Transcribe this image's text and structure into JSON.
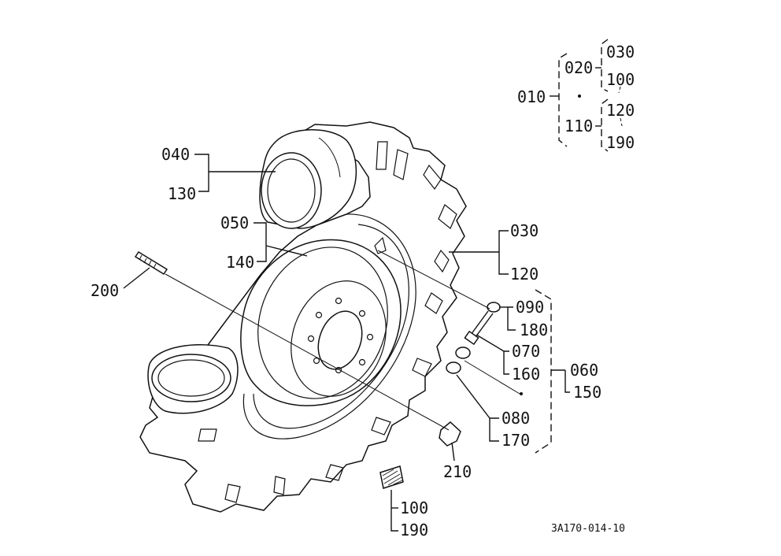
{
  "diagram": {
    "title_code": "3A170-014-10",
    "callouts": {
      "c010": "010",
      "c020": "020",
      "c030a": "030",
      "c100a": "100",
      "c110": "110",
      "c120a": "120",
      "c190a": "190",
      "c040": "040",
      "c130": "130",
      "c050": "050",
      "c140": "140",
      "c030b": "030",
      "c120b": "120",
      "c200": "200",
      "c090": "090",
      "c180": "180",
      "c070": "070",
      "c160": "160",
      "c060": "060",
      "c150": "150",
      "c080": "080",
      "c170": "170",
      "c210": "210",
      "c100b": "100",
      "c190b": "190"
    }
  }
}
